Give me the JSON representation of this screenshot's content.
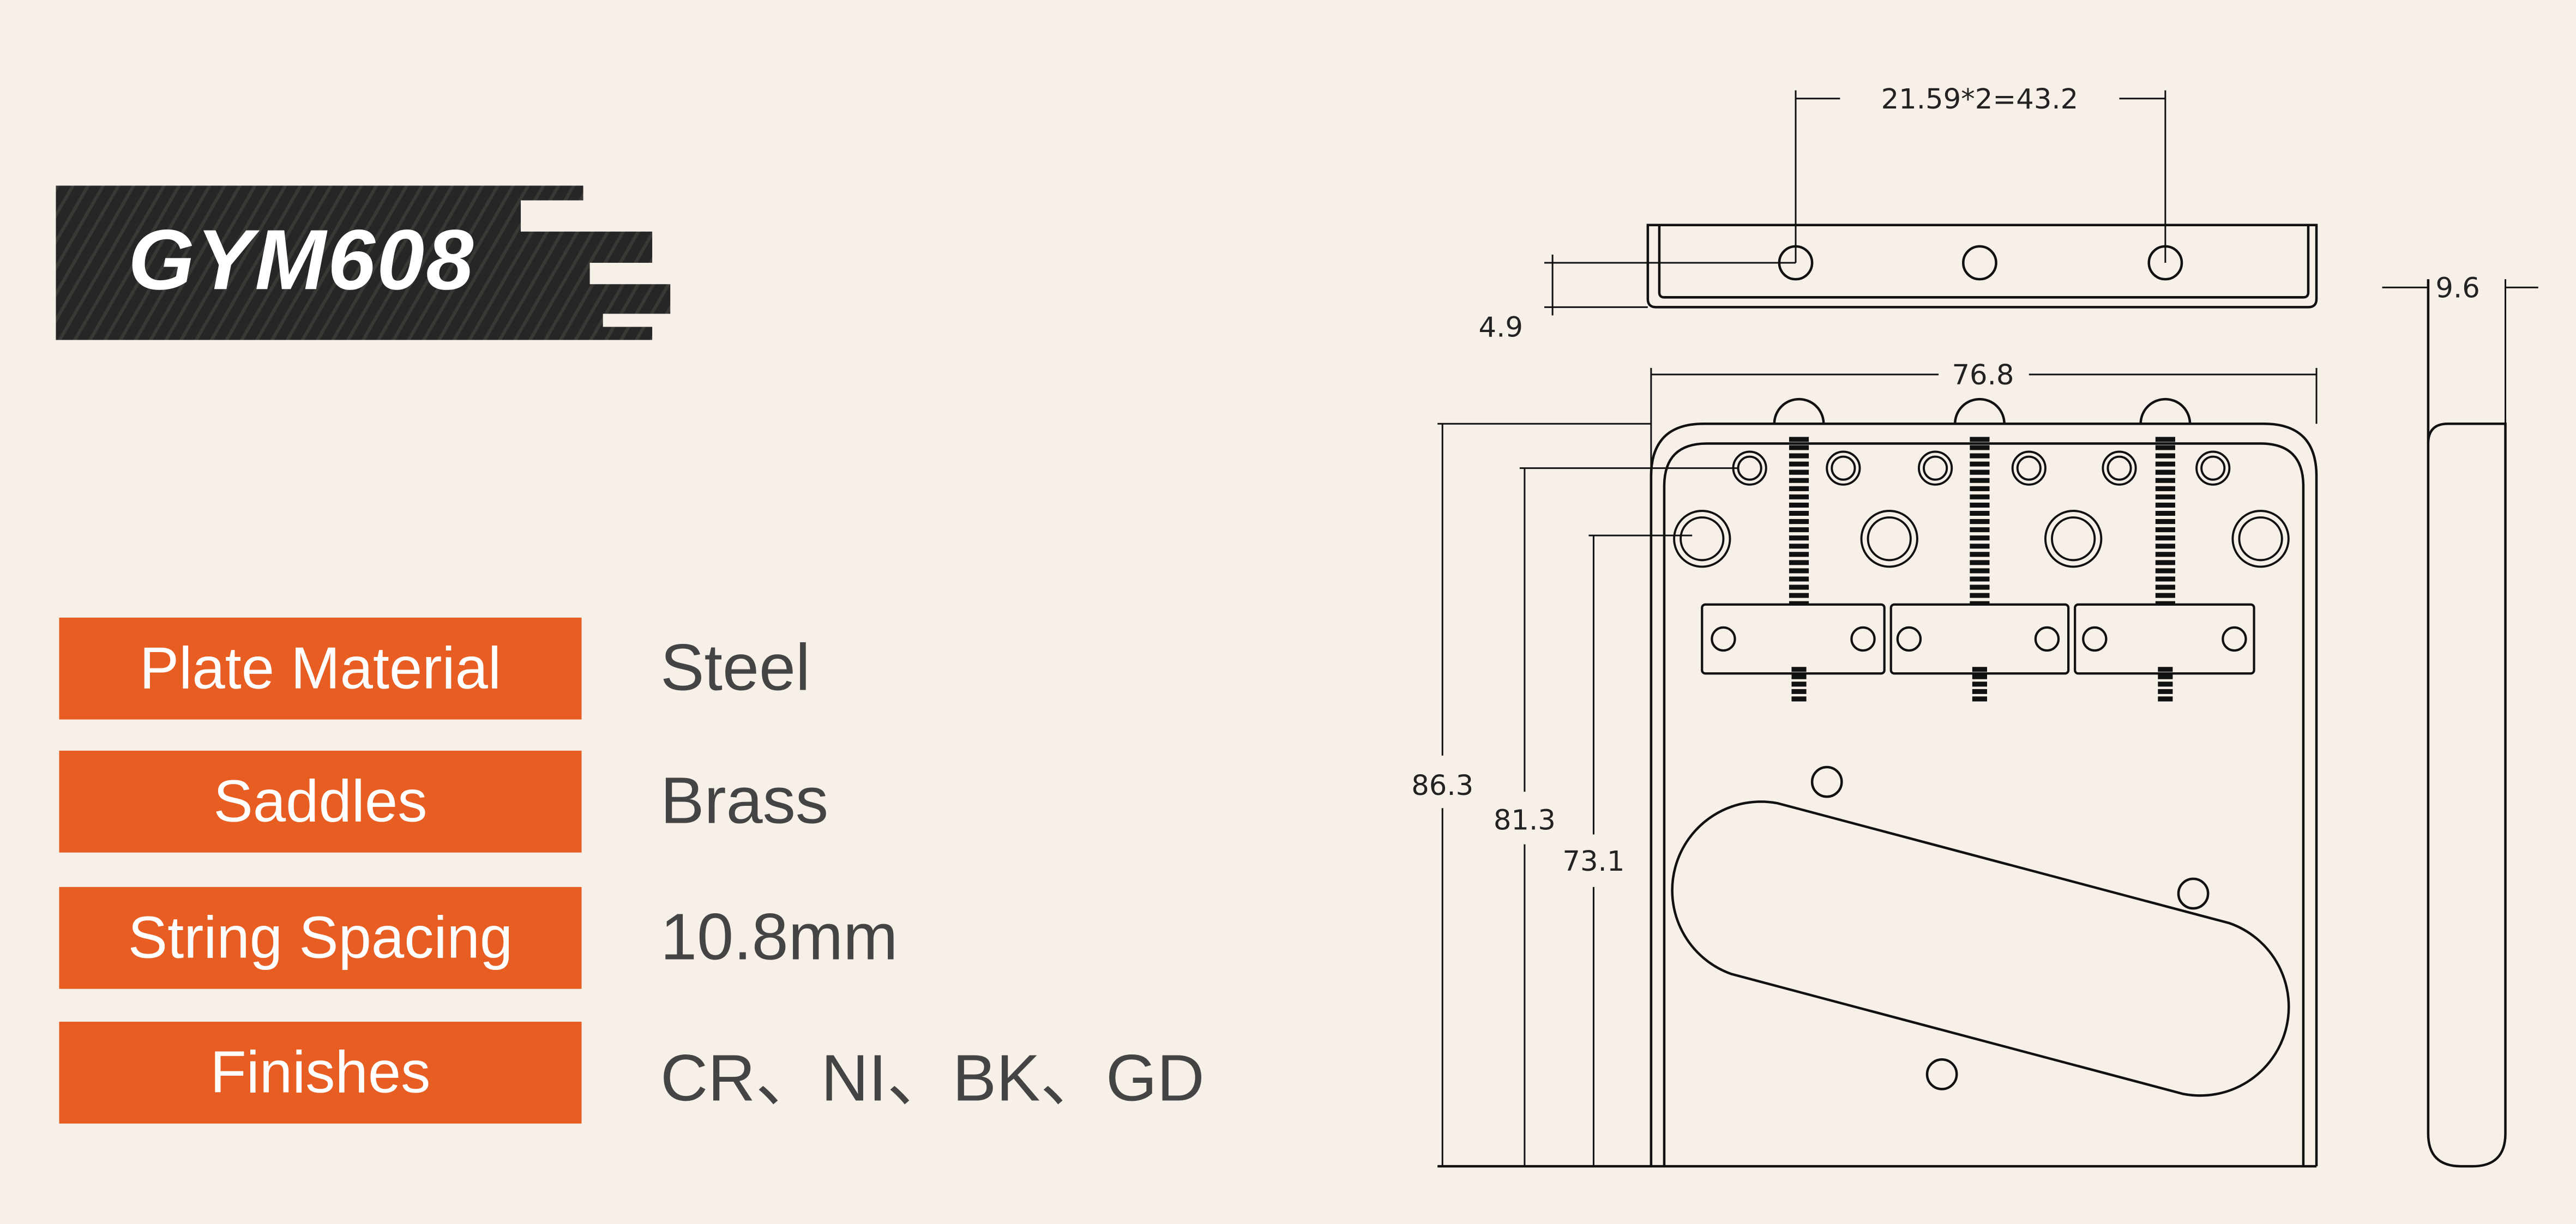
{
  "model": "GYM608",
  "specs": [
    {
      "label": "Plate Material",
      "value": "Steel"
    },
    {
      "label": "Saddles",
      "value": "Brass"
    },
    {
      "label": "String Spacing",
      "value": "10.8mm"
    },
    {
      "label": "Finishes",
      "value": "CR、NI、BK、GD"
    }
  ],
  "dimensions": {
    "hole_spacing": "21.59*2=43.2",
    "top_thickness": "4.9",
    "width": "76.8",
    "side_height": "9.6",
    "total_length": "86.3",
    "length_to_small_holes": "81.3",
    "length_to_large_holes": "73.1"
  },
  "colors": {
    "accent": "#e85d22",
    "background": "#f6f0e9",
    "logo_bg": "#262626"
  }
}
